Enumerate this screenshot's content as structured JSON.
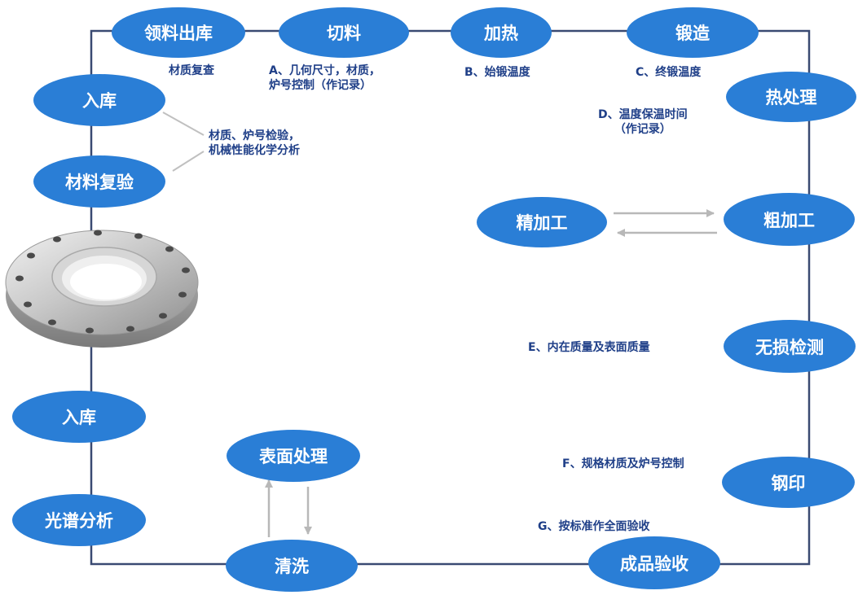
{
  "steps": {
    "receive_material": "领料出库",
    "cutting": "切料",
    "heating": "加热",
    "forging": "锻造",
    "heat_treatment": "热处理",
    "rough_machining": "粗加工",
    "finish_machining": "精加工",
    "ndt": "无损检测",
    "steel_stamp": "钢印",
    "final_inspection": "成品验收",
    "cleaning": "清洗",
    "surface_treatment": "表面处理",
    "spectral_analysis": "光谱分析",
    "warehouse_out": "入库",
    "warehouse_in": "入库",
    "material_recheck": "材料复验"
  },
  "notes": {
    "material_review": "材质复查",
    "a_line1": "A、几何尺寸，材质，",
    "a_line2": "炉号控制（作记录）",
    "b": "B、始锻温度",
    "c": "C、终锻温度",
    "d_line1": "D、温度保温时间",
    "d_line2": "（作记录）",
    "recheck_line1": "材质、炉号检验，",
    "recheck_line2": "机械性能化学分析",
    "e": "E、内在质量及表面质量",
    "f": "F、规格材质及炉号控制",
    "g": "G、按标准作全面验收"
  },
  "colors": {
    "node_fill": "#2a7ed6",
    "node_text": "#ffffff",
    "loop_line": "#3a4a72",
    "note_text": "#1f3f88",
    "arrow_gray": "#b8b8b8"
  },
  "image": {
    "subject": "stainless steel flange"
  }
}
